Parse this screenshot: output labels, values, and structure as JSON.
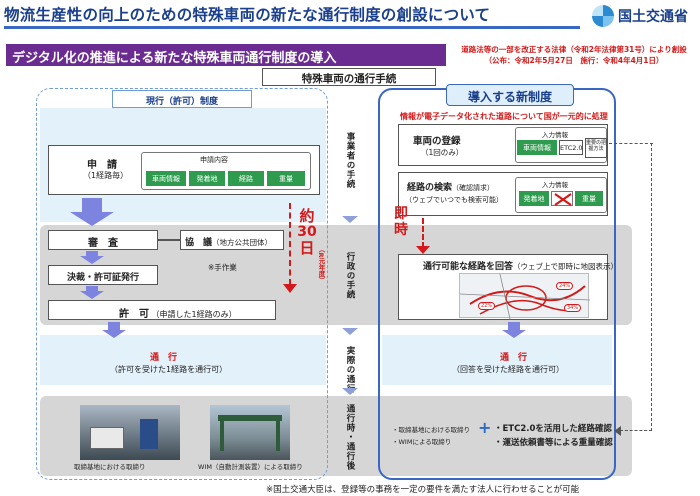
{
  "header": {
    "title": "物流生産性の向上のための特殊車両の新たな通行制度の創設について",
    "org": "国土交通省"
  },
  "banner": "デジタル化の推進による新たな特殊車両通行制度の導入",
  "law": {
    "line1": "道路法等の一部を改正する法律（令和2年法律第31号）により創設",
    "line2": "（公布：令和2年5月27日　施行：令和4年4月1日）"
  },
  "procedure_title": "特殊車両の通行手続",
  "left": {
    "head": "現行（許可）制度",
    "apply": "申　請",
    "apply_sub": "（1経路毎）",
    "apply_content": "申請内容",
    "apply_items": [
      "車両情報",
      "発着地",
      "経路",
      "重量"
    ],
    "review": "審　査",
    "consult": "協　議",
    "consult_sub": "（地方公共団体）",
    "manual": "※手作業",
    "decide": "決裁・許可証発行",
    "permit": "許　可",
    "permit_sub": "（申請した1経路のみ）",
    "days_label": "約",
    "days_num": "30",
    "days_unit": "日",
    "days_note": "（R元年度）",
    "pass": "通　行",
    "pass_sub": "（許可を受けた1経路を通行可）",
    "photo1_caption": "取締基地における取締り",
    "photo2_caption": "WIM（自動計測装置）による取締り"
  },
  "middle": {
    "label1": "事業者の手続",
    "label2": "行政の手続",
    "label3": "実際の通行",
    "label4": "通行時・通行後"
  },
  "right": {
    "head": "導入する新制度",
    "info_note": "情報が電子データ化された道路について国が一元的に処理",
    "register": "車両の登録",
    "register_sub": "（1回のみ）",
    "input_info": "入力情報",
    "register_items": [
      "車両情報",
      "ETC2.0",
      "重要の把握方法"
    ],
    "search": "経路の検索",
    "search_req": "（確認請求）",
    "search_sub": "（ウェブでいつでも検索可能）",
    "search_items": [
      "発着地",
      "重量"
    ],
    "instant": "即時",
    "route_answer": "通行可能な経路を回答",
    "route_answer_sub": "（ウェブ上で即時に地図表示）",
    "map_labels": [
      "24%",
      "22%",
      "34%"
    ],
    "pass": "通　行",
    "pass_sub": "（回答を受けた経路を通行可）",
    "enforce1": "・取締基地における取締り",
    "enforce2": "・WIMによる取締り",
    "plus": "+",
    "etc_confirm": "・ETC2.0を活用した経路確認",
    "weight_confirm": "・運送依頼書等による重量確認"
  },
  "footer": "※国土交通大臣は、登録等の事務を一定の要件を満たす法人に行わせることが可能",
  "colors": {
    "title": "#1a3f8c",
    "banner": "#6a2c90",
    "green": "#2e9b4e",
    "red": "#d31919",
    "arrow": "#7d84e0"
  }
}
